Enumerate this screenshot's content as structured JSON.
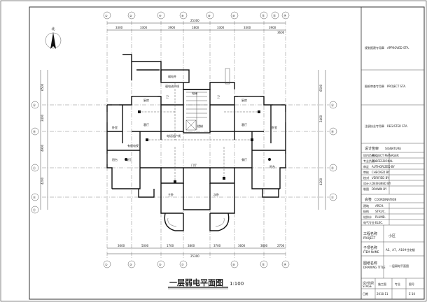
{
  "north_label": "北",
  "top_dimensions": {
    "overall": "25300",
    "segments": [
      "3300",
      "3300",
      "3900",
      "1800",
      "3300",
      "3300",
      "3900",
      "3600"
    ]
  },
  "bottom_dimensions": {
    "segments": [
      "3600",
      "5000",
      "1700",
      "3800",
      "3700",
      "3600",
      "3600",
      "2700"
    ],
    "overall": "25300"
  },
  "left_dimensions": [
    "6500",
    "3400",
    "4900",
    "4200"
  ],
  "right_dimensions": [
    "6500",
    "3400",
    "4200"
  ],
  "axis_labels_top": [
    "①",
    "②",
    "④",
    "⑥",
    "⑧",
    "⑩",
    "⑫",
    "⑬",
    "⑭"
  ],
  "axis_labels_bottom": [
    "①",
    "③",
    "⑤",
    "⑦",
    "⑩",
    "⑫",
    "⑭"
  ],
  "axis_labels_left": [
    "Ⓐ",
    "Ⓑ",
    "Ⓒ",
    "Ⓓ",
    "Ⓔ"
  ],
  "axis_labels_right": [
    "Ⓐ",
    "Ⓑ",
    "Ⓓ",
    "Ⓔ"
  ],
  "room_labels": [
    "弱电井",
    "卫",
    "卧室",
    "厨房",
    "客厅",
    "餐厅",
    "阳台",
    "电梯",
    "楼梯",
    "卧室",
    "卫",
    "厨房",
    "客厅",
    "餐厅",
    "阳台",
    "主卧",
    "次卧",
    "门厅"
  ],
  "plan_notes": [
    "弱电进户线",
    "有线电视",
    "电话进户线"
  ],
  "drawing_title": "一层弱电平面图",
  "drawing_scale": "1:100",
  "title_block": {
    "stamp_rows": [
      {
        "label": "规划报建专用章",
        "sub": "APPROVED STA."
      },
      {
        "label": "图纸审查专用章",
        "sub": "PROJECT STA."
      },
      {
        "label": "注册执业专用章",
        "sub": "REGISTER STA."
      }
    ],
    "design_header": "设计签审",
    "design_sub": "SIGNATURE",
    "design_rows": [
      {
        "label": "项目负责人",
        "sub": "PROJECT MANAGER"
      },
      {
        "label": "专业负责人",
        "sub": "PROFESSIONAL"
      },
      {
        "label": "审定",
        "sub": "AUTHORIZED BY"
      },
      {
        "label": "审核",
        "sub": "CHECKED BY"
      },
      {
        "label": "校对",
        "sub": "VERIFIED BY"
      },
      {
        "label": "设计人",
        "sub": "DESIGNED BY"
      },
      {
        "label": "制图",
        "sub": "DRAWN BY"
      }
    ],
    "cosign_header": "会签",
    "cosign_sub": "COORDINATION",
    "cosign_rows": [
      {
        "label": "建筑",
        "sub": "ARCH."
      },
      {
        "label": "结构",
        "sub": "STRUC."
      },
      {
        "label": "给排水",
        "sub": "PLUMB."
      },
      {
        "label": "电气专业",
        "sub": "ELEC."
      }
    ],
    "project_label": "工程名称",
    "project_sub": "PROJECT",
    "project_value": "小区",
    "item_label": "子项名称",
    "item_sub": "ITEM NAME",
    "item_value": "A5、A7、A10#住宅楼",
    "drawing_name_label": "图纸名称",
    "drawing_name_sub": "DRAWING TITLE",
    "drawing_name_value": "一层弱电平面图",
    "stage_label": "设计阶段",
    "stage_sub": "STAGE",
    "stage_value": "施工图",
    "number_label": "专业",
    "sheet_no_label": "图号",
    "date_label": "日期",
    "date_value": "2010.11",
    "sheet_no_value": "E-10"
  }
}
